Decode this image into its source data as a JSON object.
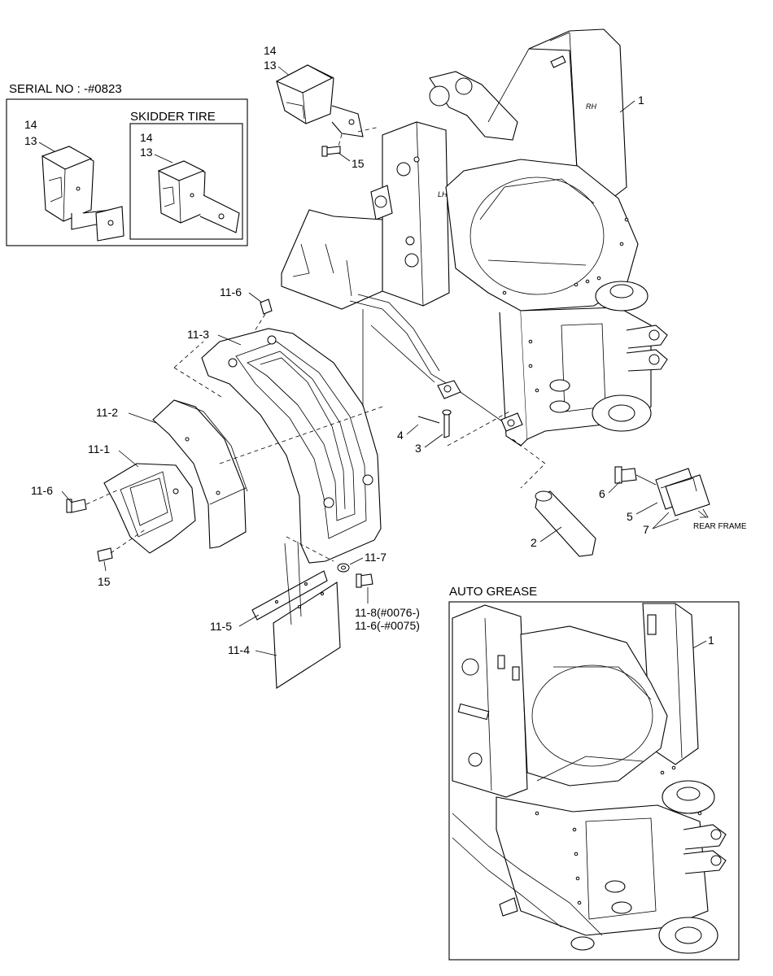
{
  "inset_serial": {
    "title": "SERIAL NO : -#0823",
    "label_14": "14",
    "label_13": "13",
    "skidder": {
      "title": "SKIDDER TIRE",
      "label_14": "14",
      "label_13": "13"
    }
  },
  "main": {
    "top_label_14": "14",
    "top_label_13": "13",
    "label_15_top": "15",
    "label_1": "1",
    "frame_rh": "RH",
    "frame_lh": "LH",
    "label_11_6_top": "11-6",
    "label_11_3": "11-3",
    "label_11_2": "11-2",
    "label_11_1": "11-1",
    "label_11_6_left": "11-6",
    "label_15_bottom": "15",
    "label_11_7": "11-7",
    "label_11_5": "11-5",
    "label_11_4": "11-4",
    "label_11_8": "11-8(#0076-)",
    "label_11_6_alt": "11-6(-#0075)",
    "label_4": "4",
    "label_3": "3",
    "label_2": "2",
    "label_6": "6",
    "label_5": "5",
    "label_7": "7",
    "rear_frame": "REAR FRAME"
  },
  "inset_auto_grease": {
    "title": "AUTO GREASE",
    "label_1": "1"
  }
}
